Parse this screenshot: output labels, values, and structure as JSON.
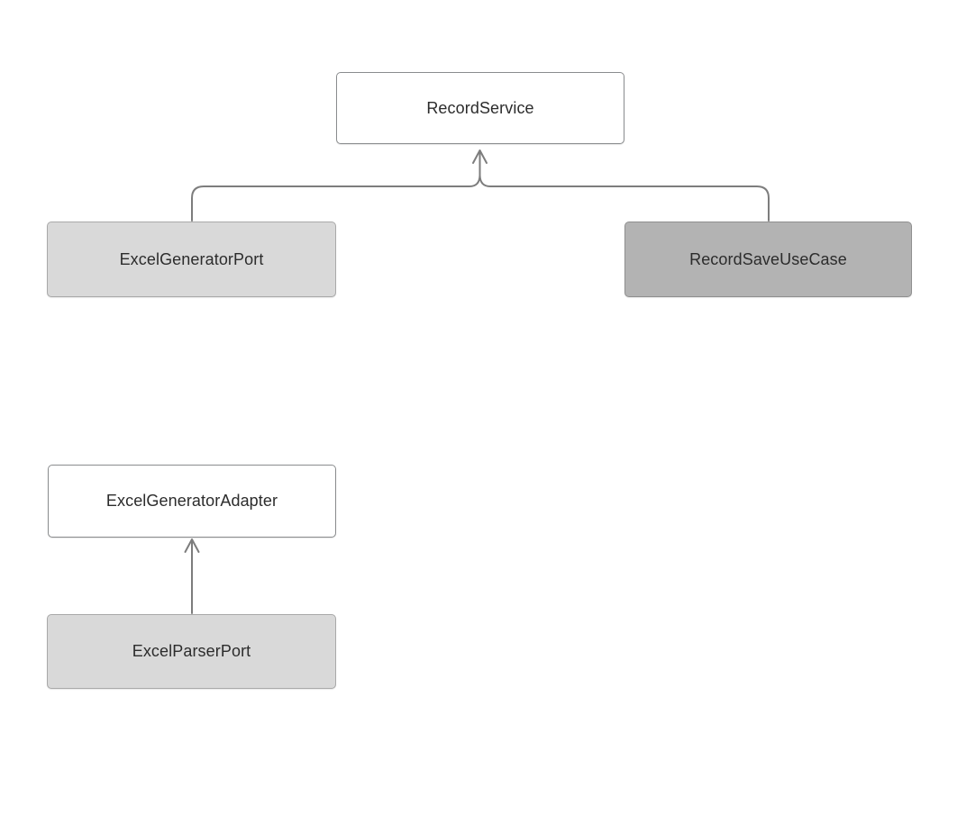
{
  "diagram": {
    "nodes": [
      {
        "id": "record-service",
        "label": "RecordService",
        "variant": "white",
        "fill": "#ffffff"
      },
      {
        "id": "excel-generator-port",
        "label": "ExcelGeneratorPort",
        "variant": "light",
        "fill": "#d9d9d9"
      },
      {
        "id": "record-save-use-case",
        "label": "RecordSaveUseCase",
        "variant": "dark",
        "fill": "#b3b3b3"
      },
      {
        "id": "excel-generator-adapter",
        "label": "ExcelGeneratorAdapter",
        "variant": "white",
        "fill": "#ffffff"
      },
      {
        "id": "excel-parser-port",
        "label": "ExcelParserPort",
        "variant": "light",
        "fill": "#d9d9d9"
      }
    ],
    "edges": [
      {
        "from": "ExcelGeneratorPort",
        "to": "RecordService",
        "style": "elbow-branch",
        "arrowhead": "open-chevron-up"
      },
      {
        "from": "RecordSaveUseCase",
        "to": "RecordService",
        "style": "elbow-branch",
        "arrowhead": "open-chevron-up"
      },
      {
        "from": "ExcelParserPort",
        "to": "ExcelGeneratorAdapter",
        "style": "straight",
        "arrowhead": "open-chevron-up"
      }
    ],
    "colors": {
      "background": "#ffffff",
      "line": "#7d7d7d",
      "text": "#2c2c2c",
      "node_white_fill": "#ffffff",
      "node_white_border": "#8a8c8e",
      "node_light_fill": "#d9d9d9",
      "node_light_border": "#a9a9a9",
      "node_dark_fill": "#b3b3b3",
      "node_dark_border": "#8f8f8f"
    }
  }
}
